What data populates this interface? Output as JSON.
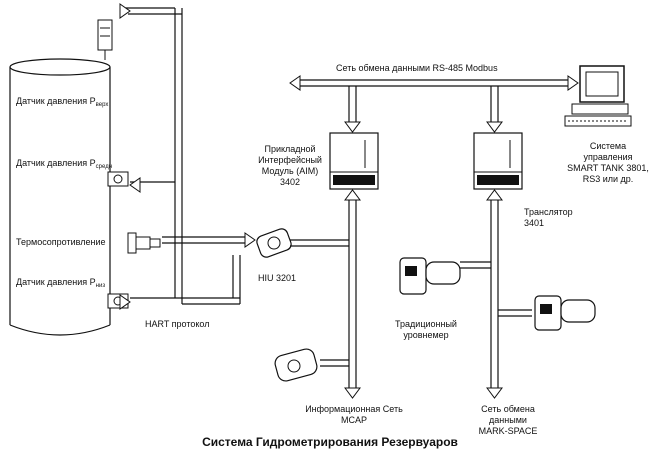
{
  "title": "Система Гидрометрирования Резервуаров",
  "tank": {
    "sensor_top": "Датчик давления P",
    "sensor_top_sub": "верх",
    "sensor_mid": "Датчик давления P",
    "sensor_mid_sub": "средн",
    "thermo": "Термосопротивление",
    "sensor_bottom": "Датчик давления P",
    "sensor_bottom_sub": "низ"
  },
  "network": {
    "rs485": "Сеть обмена данными RS-485 Modbus"
  },
  "aim": {
    "line1": "Прикладной",
    "line2": "Интерфейсный",
    "line3": "Модуль (AIM)",
    "line4": "3402"
  },
  "translator": {
    "line1": "Транслятор",
    "line2": "3401"
  },
  "control": {
    "line1": "Система",
    "line2": "управления",
    "line3": "SMART TANK 3801,",
    "line4": "RS3 или др."
  },
  "hiu": "HIU 3201",
  "hart": "HART протокол",
  "traditional": {
    "line1": "Традиционный",
    "line2": "уровнемер"
  },
  "mcap": {
    "line1": "Информационная Сеть",
    "line2": "MCAP"
  },
  "markspace": {
    "line1": "Сеть обмена",
    "line2": "данными",
    "line3": "MARK-SPACE"
  },
  "colors": {
    "ink": "#111111",
    "background": "#ffffff"
  }
}
